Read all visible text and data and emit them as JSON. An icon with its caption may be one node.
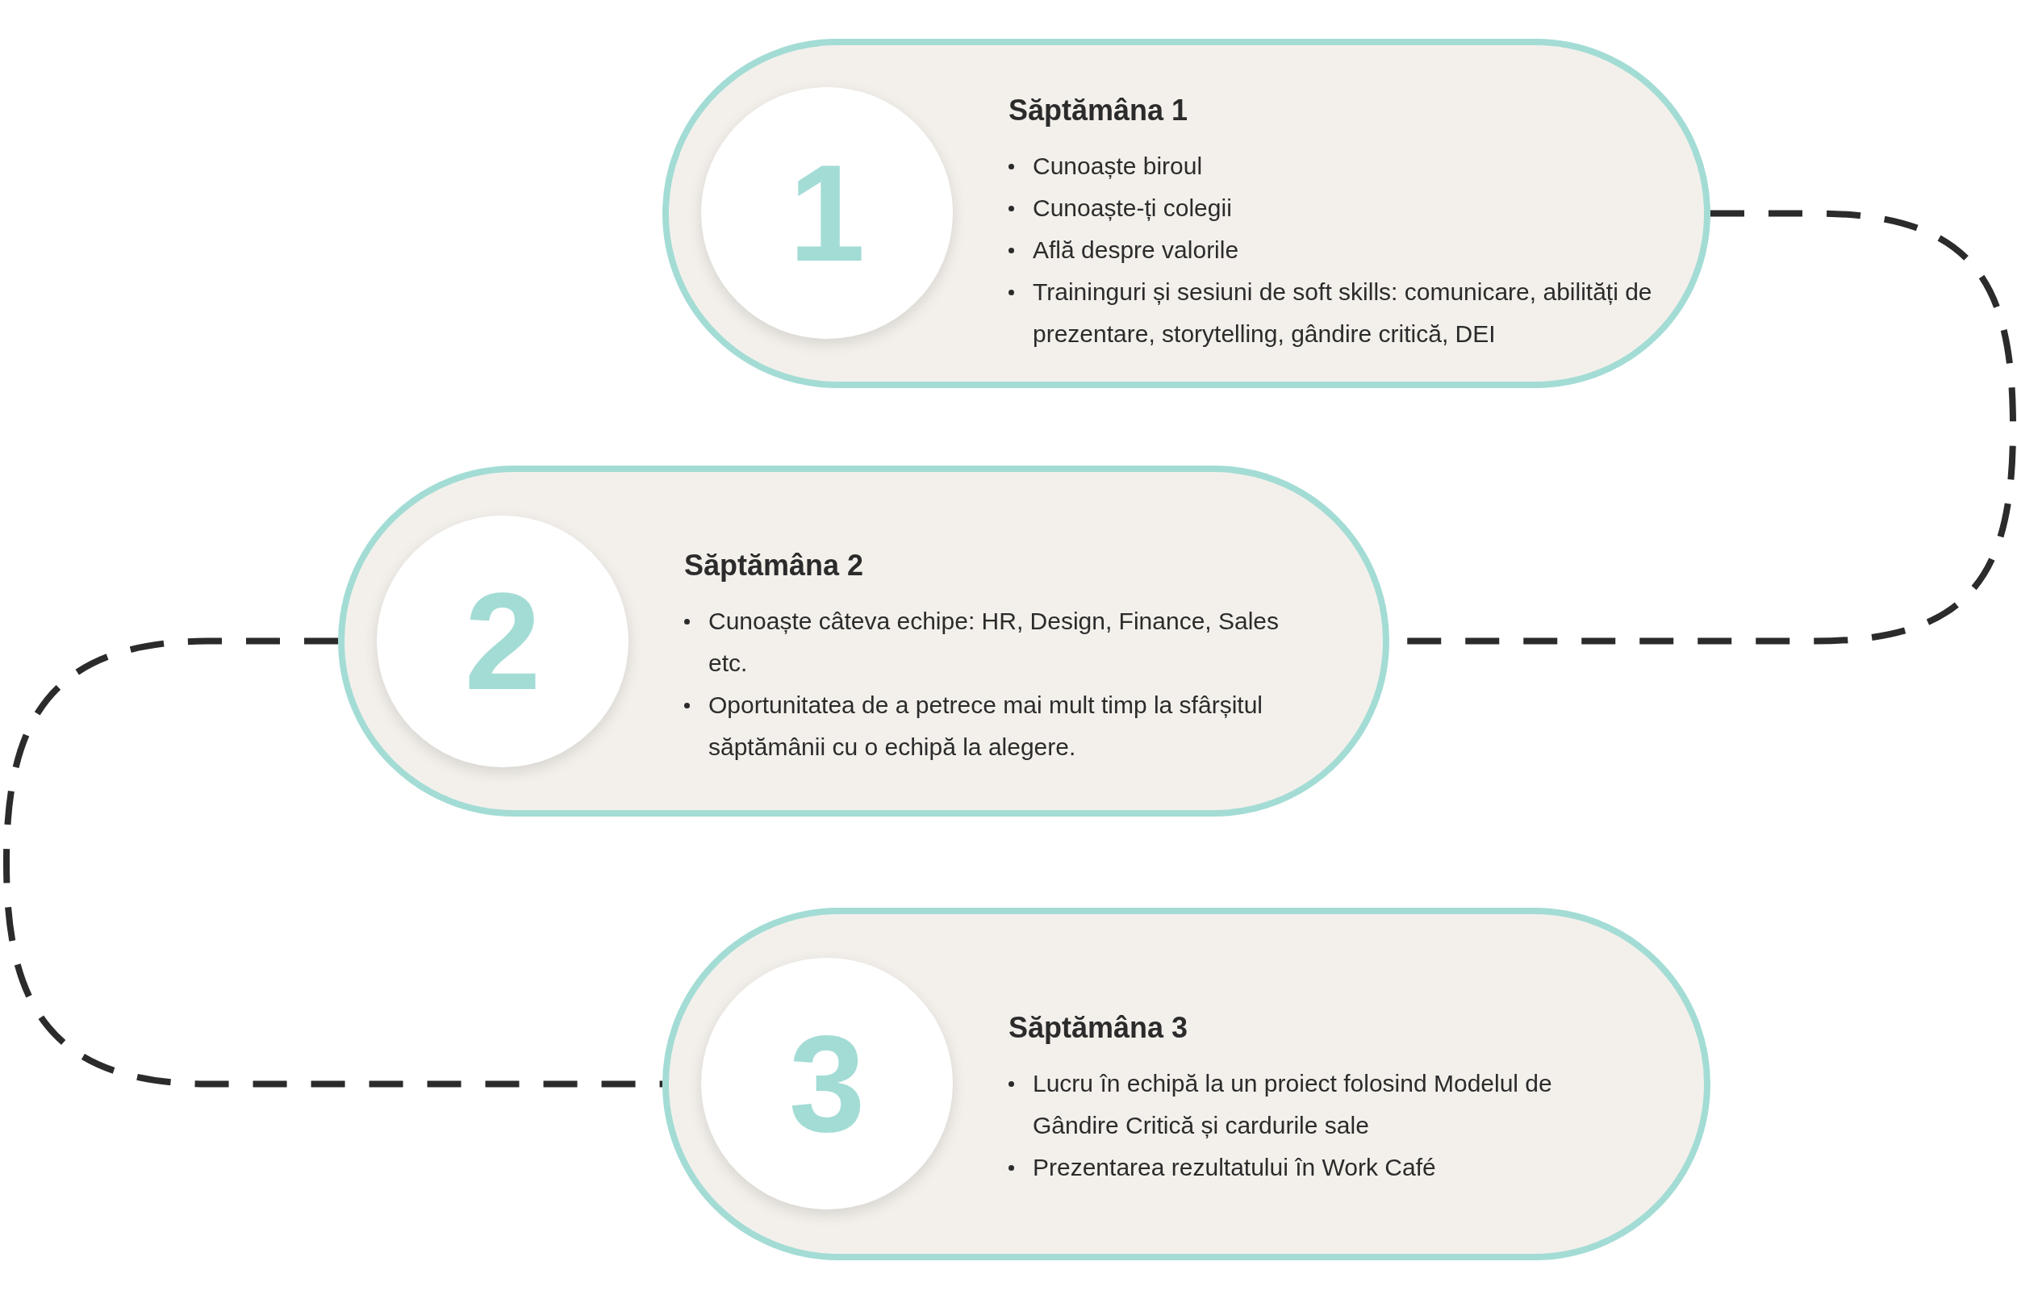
{
  "diagram": {
    "nodes": [
      {
        "text": [
          "Săptămâna 1",
          "Cunoaște biroul",
          "Cunoaște-ți colegii",
          "Află despre valorile",
          "Traininguri și sesiuni de soft skills: comunicare, abilități de prezentare, storytelling, gândire critică, DEI"
        ]
      },
      {
        "text": [
          "1"
        ],
        "in": 0
      },
      {
        "text": [
          "Săptămâna 2",
          "Cunoaște câteva echipe: HR, Design, Finance, Sales etc.",
          "Oportunitatea de a petrece mai mult timp la sfârșitul săptămânii cu o echipă la alegere."
        ]
      },
      {
        "text": [
          "2"
        ],
        "in": 2
      },
      {
        "text": [
          "Săptămâna 3",
          "Lucru în echipă la un proiect folosind Modelul de Gândire Critică și cardurile sale",
          "Prezentarea rezultatului în Work Café"
        ]
      },
      {
        "text": [
          "3"
        ],
        "in": 4
      }
    ],
    "edges": [
      {
        "from": 0,
        "to": 2,
        "arrow": "none",
        "style": "dashed"
      },
      {
        "from": 2,
        "to": 4,
        "arrow": "none",
        "style": "dashed"
      }
    ]
  }
}
